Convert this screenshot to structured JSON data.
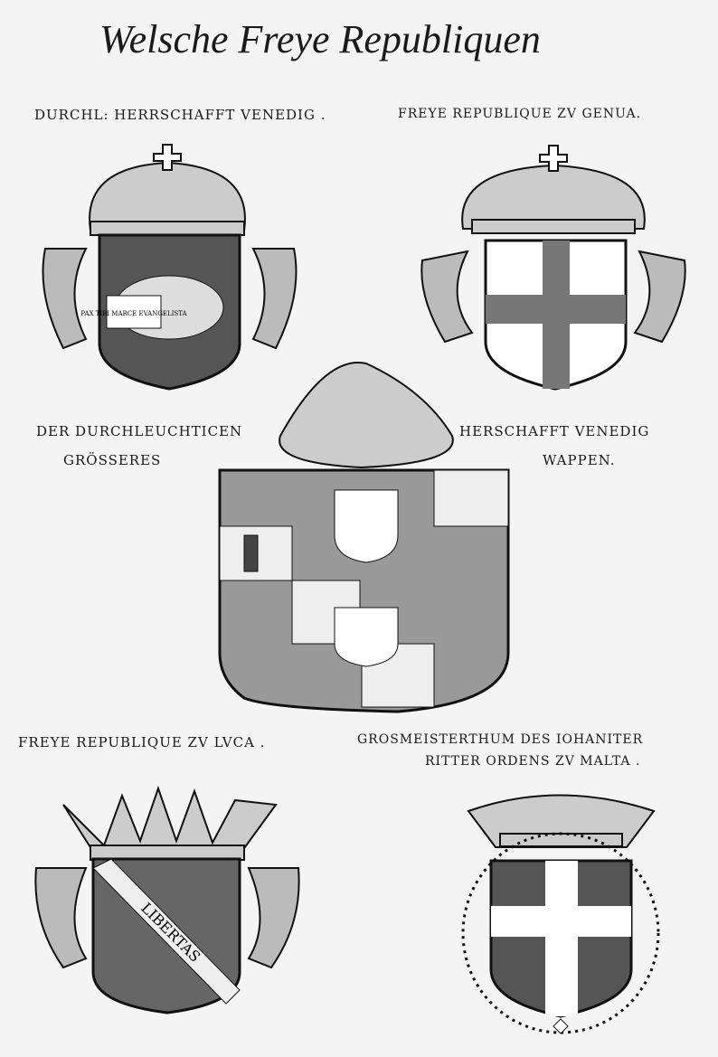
{
  "title": "Welsche Freye Republiquen",
  "captions": {
    "venice": "DURCHL: HERRSCHAFFT VENEDIG .",
    "genoa": "FREYE REPUBLIQUE ZV GENUA.",
    "large_left_1": "DER DURCHLEUCHTICEN",
    "large_left_2": "GRÖSSERES",
    "large_right_1": "HERSCHAFFT VENEDIG",
    "large_right_2": "WAPPEN.",
    "lucca": "FREYE REPUBLIQUE ZV LVCA .",
    "malta_1": "GROSMEISTERTHUM DES IOHANITER",
    "malta_2": "RITTER ORDENS ZV MALTA ."
  },
  "venice_book": "PAX TIBI MARCE EVANGELISTA",
  "lucca_motto": "LIBERTAS",
  "colors": {
    "ink": "#1a1a1a",
    "paper": "#f4f4f4"
  }
}
